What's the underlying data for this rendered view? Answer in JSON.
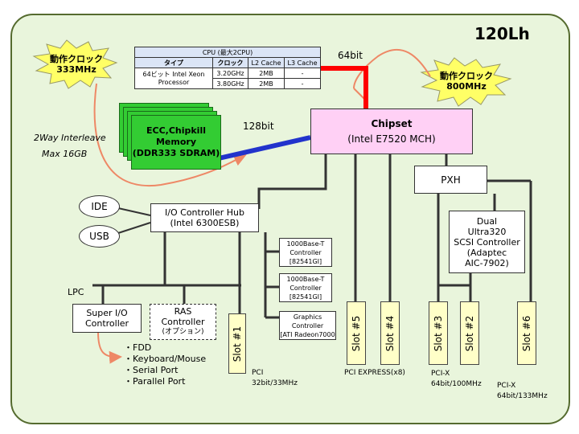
{
  "title": "120Lh",
  "cpu_table": {
    "header": "CPU (最大2CPU)",
    "columns": [
      "タイプ",
      "クロック",
      "L2 Cache",
      "L3 Cache"
    ],
    "cpu_type": "64ビット Intel Xeon Processor",
    "rows": [
      {
        "clock": "3.20GHz",
        "l2": "2MB",
        "l3": "-"
      },
      {
        "clock": "3.80GHz",
        "l2": "2MB",
        "l3": "-"
      }
    ]
  },
  "bus_label_64bit": "64bit",
  "bus_label_128bit": "128bit",
  "clock_burst_left": {
    "line1": "動作クロック",
    "line2": "333MHz"
  },
  "clock_burst_right": {
    "line1": "動作クロック",
    "line2": "800MHz"
  },
  "interleave": {
    "line1": "2Way Interleave",
    "line2": "Max 16GB"
  },
  "memory": {
    "line1": "ECC,Chipkill",
    "line2": "Memory",
    "line3": "(DDR333 SDRAM)"
  },
  "chipset": {
    "line1": "Chipset",
    "line2": "(Intel E7520 MCH)"
  },
  "pxh": "PXH",
  "ich": {
    "line1": "I/O Controller Hub",
    "line2": "(Intel 6300ESB)"
  },
  "ide": "IDE",
  "usb": "USB",
  "lpc": "LPC",
  "super_io": {
    "line1": "Super I/O",
    "line2": "Controller"
  },
  "ras": {
    "line1": "RAS",
    "line2": "Controller",
    "line3": "(オプション)"
  },
  "devices": [
    "・FDD",
    "・Keyboard/Mouse",
    "・Serial Port",
    "・Parallel Port"
  ],
  "nic1": {
    "line1": "1000Base-T",
    "line2": "Controller",
    "line3": "[82541GI]"
  },
  "nic2": {
    "line1": "1000Base-T",
    "line2": "Controller",
    "line3": "[82541GI]"
  },
  "graphics": {
    "line1": "Graphics",
    "line2": "Controller",
    "line3": "[ATI Radeon7000"
  },
  "scsi": {
    "line1": "Dual",
    "line2": "Ultra320",
    "line3": "SCSI Controller",
    "line4": "(Adaptec",
    "line5": "AIC-7902)"
  },
  "slots": [
    "Slot #1",
    "Slot #5",
    "Slot #4",
    "Slot #3",
    "Slot #2",
    "Slot #6"
  ],
  "bus_labels": {
    "pci": {
      "line1": "PCI",
      "line2": "32bit/33MHz"
    },
    "pcie": "PCI EXPRESS(x8)",
    "pcix_100": {
      "line1": "PCI-X",
      "line2": "64bit/100MHz"
    },
    "pcix_133": {
      "line1": "PCI-X",
      "line2": "64bit/133MHz"
    }
  },
  "colors": {
    "background": "#e9f5dc",
    "fsb": "#ff0000",
    "memory_bus": "#2233cc",
    "memory_module": "#33cc33",
    "chipset": "#ffd0f5",
    "slot": "#ffffc8",
    "burst": "#ffff66",
    "clock_arrow": "#ee8866"
  }
}
